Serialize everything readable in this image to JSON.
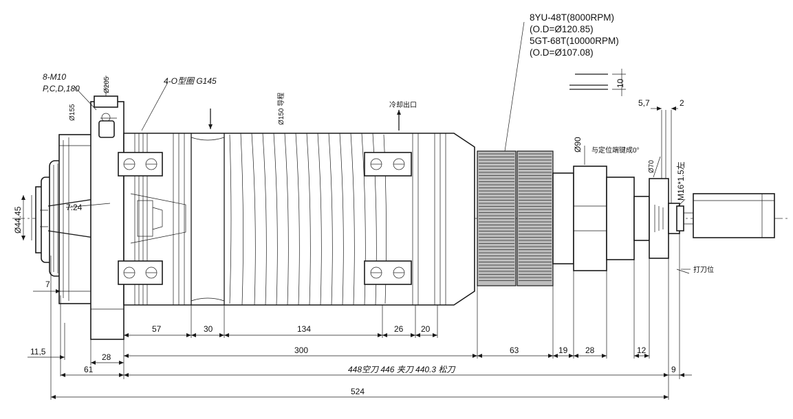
{
  "motor_spec": {
    "line1": "8YU-48T(8000RPM)",
    "line2": "(O.D=Ø120.85)",
    "line3": "5GT-68T(10000RPM)",
    "line4": "(O.D=Ø107.08)"
  },
  "callouts": {
    "mounting_holes_line1": "8-M10",
    "mounting_holes_line2": "P,C,D,180",
    "diameter_205": "Ø205",
    "o_ring": "4-O型圈 G145",
    "diameter_155": "Ø155",
    "diameter_150": "Ø150 导程",
    "coolant_outlet": "冷却出口",
    "diameter_90": "Ø90",
    "keyway_note": "与定位端键成0°",
    "diameter_70": "Ø70",
    "thread": "M16*1.5左",
    "taper": "7:24",
    "bore_diameter": "Ø44.45",
    "dim_10": "10",
    "dim_5_7": "5,7",
    "dim_2": "2",
    "dim_7": "7",
    "release_position": "打刀位"
  },
  "dimensions_row1": {
    "d57": "57",
    "d30": "30",
    "d134": "134",
    "d26": "26",
    "d20": "20"
  },
  "dimensions_row2": {
    "d11_5": "11,5",
    "d28a": "28",
    "d300": "300",
    "d63": "63",
    "d19": "19",
    "d28b": "28",
    "d12": "12"
  },
  "dimensions_row3": {
    "d61": "61",
    "stroke_note": "448空刀  446 夹刀  440.3 松刀",
    "d9": "9"
  },
  "dimensions_row4": {
    "d524": "524"
  }
}
